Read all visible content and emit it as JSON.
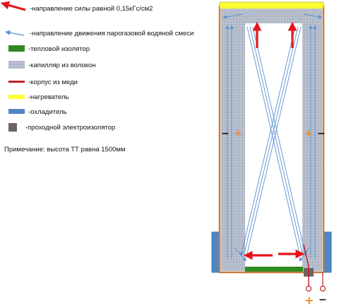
{
  "legend": [
    {
      "key": "force_arrow",
      "label": "-направление силы равной 0,15кГс/см2",
      "color": "#e8141c"
    },
    {
      "key": "flow_arrow",
      "label": "-направление движения парогазовой водяной смеси",
      "color": "#5a8fd0"
    },
    {
      "key": "insulator",
      "label": "-тепловой изолятор",
      "color": "#2f8a1f"
    },
    {
      "key": "capillary",
      "label": "-капилляр из волокон",
      "color": "#b4bccb"
    },
    {
      "key": "copper",
      "label": "-корпус из меди",
      "color": "#c0212a"
    },
    {
      "key": "heater",
      "label": "-нагреватель",
      "color": "#ffff33"
    },
    {
      "key": "cooler",
      "label": "-охладитель",
      "color": "#4f87c4"
    },
    {
      "key": "feedthrough",
      "label": "-проходной электроизолятор",
      "color": "#6d6363"
    }
  ],
  "note": "Примечание: высота ТТ равна 1500мм",
  "signs": {
    "left_minus": "−",
    "left_plus": "+",
    "right_plus": "+",
    "right_minus": "−",
    "bottom_plus": "+",
    "bottom_minus": "−"
  },
  "colors": {
    "casing": "#c87a3d",
    "capillary": "#b4bccb",
    "heater": "#ffff33",
    "cooler": "#4f87c4",
    "insulator": "#2f8a1f",
    "feedthrough": "#6d6363",
    "force": "#e8141c",
    "flow": "#5a8fd0",
    "sign_orange": "#f08a24"
  }
}
